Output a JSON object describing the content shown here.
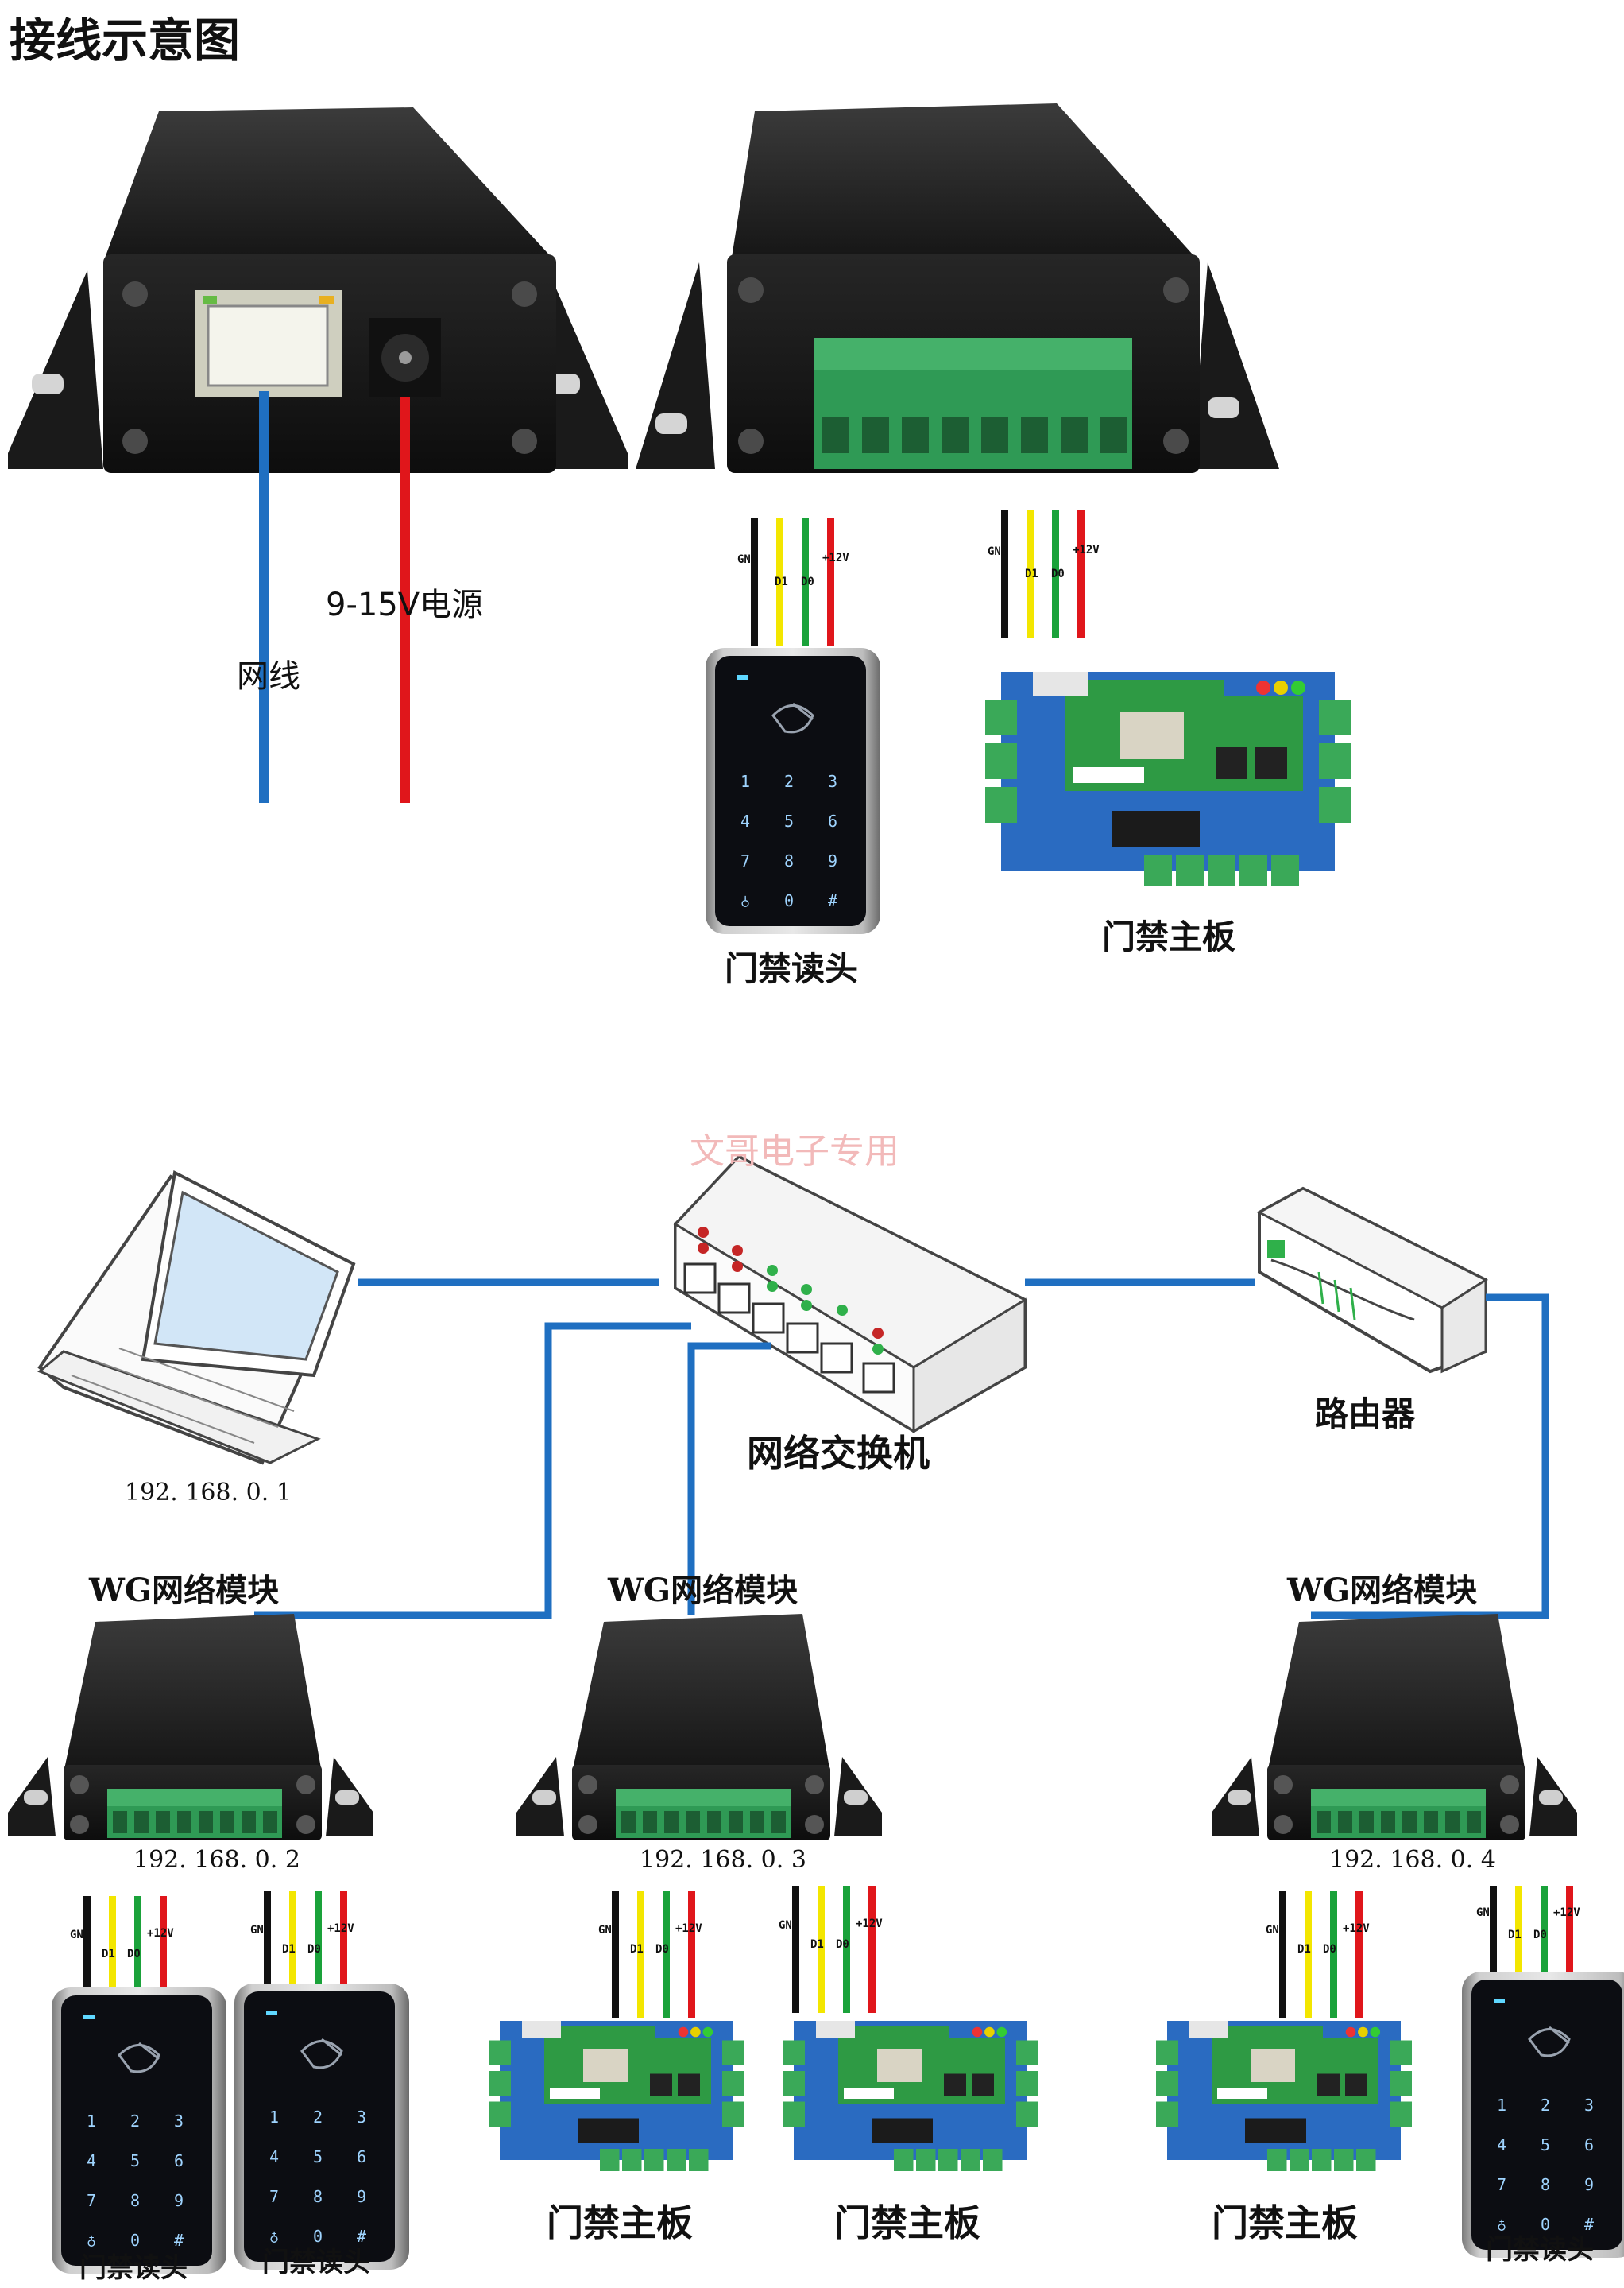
{
  "title": "接线示意图",
  "top": {
    "label_network_cable": "网线",
    "label_power": "9-15V电源",
    "label_reader": "门禁读头",
    "label_board": "门禁主板"
  },
  "wires": {
    "gnd": "GND",
    "d1": "D1",
    "d0": "D0",
    "v12": "+12V"
  },
  "colors": {
    "cable_blue": "#1f6fc1",
    "power_red": "#e0161b",
    "wire_black": "#111111",
    "wire_yellow": "#f3e600",
    "wire_green": "#1aa23a",
    "wire_red": "#e0161b",
    "pcb_blue": "#2a6bc1",
    "pcb_green": "#2e9a44",
    "terminal_green": "#3aa958"
  },
  "watermark": "文哥电子专用",
  "network": {
    "laptop_ip": "192. 168. 0. 1",
    "switch_label": "网络交换机",
    "router_label": "路由器",
    "modules": [
      {
        "title": "WG网络模块",
        "ip": "192. 168. 0. 2"
      },
      {
        "title": "WG网络模块",
        "ip": "192. 168. 0. 3"
      },
      {
        "title": "WG网络模块",
        "ip": "192. 168. 0. 4"
      }
    ],
    "bottom_labels": [
      "门禁读头",
      "门禁读头",
      "门禁主板",
      "门禁主板",
      "门禁主板",
      "门禁读头"
    ]
  },
  "keypad_keys": [
    "1",
    "2",
    "3",
    "4",
    "5",
    "6",
    "7",
    "8",
    "9",
    "♁",
    "0",
    "#"
  ],
  "icons": [
    "ethernet-port-icon",
    "dc-jack-icon",
    "card-reader-icon",
    "controller-board-icon",
    "laptop-icon",
    "switch-icon",
    "router-icon",
    "terminal-block-icon"
  ]
}
